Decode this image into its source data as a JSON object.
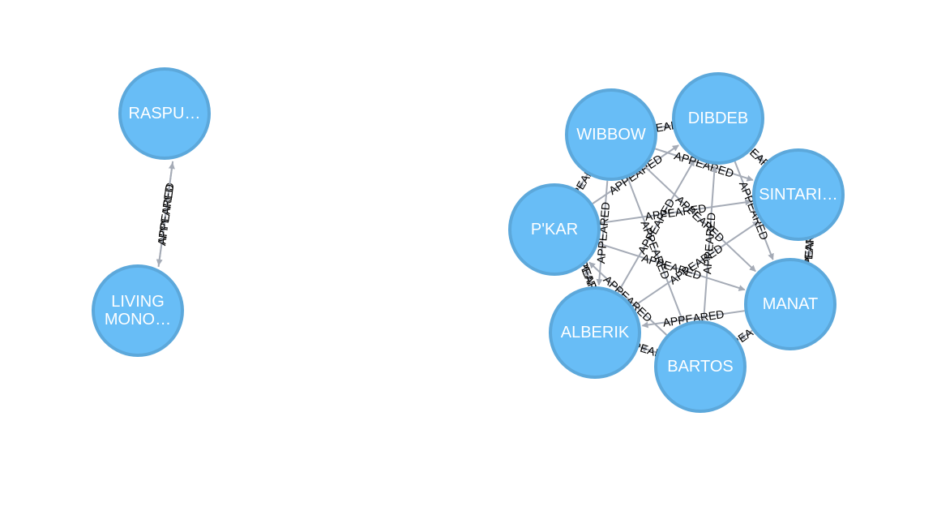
{
  "graph": {
    "node_fill": "#68bdf6",
    "node_stroke": "#5ca8db",
    "rel_color": "#a5abb6",
    "label_color": "#ffffff",
    "rel_label_color": "#000000"
  },
  "nodes": [
    {
      "id": "rasputin",
      "label": [
        "RASPU…"
      ]
    },
    {
      "id": "living-monolith",
      "label": [
        "LIVING",
        "MONO…"
      ]
    },
    {
      "id": "wibbow",
      "label": [
        "WIBBOW"
      ]
    },
    {
      "id": "dibdeb",
      "label": [
        "DIBDEB"
      ]
    },
    {
      "id": "sintari",
      "label": [
        "SINTARI…"
      ]
    },
    {
      "id": "manat",
      "label": [
        "MANAT"
      ]
    },
    {
      "id": "bartos",
      "label": [
        "BARTOS"
      ]
    },
    {
      "id": "alberik",
      "label": [
        "ALBERIK"
      ]
    },
    {
      "id": "pkar",
      "label": [
        "P'KAR"
      ]
    }
  ],
  "relationships": [
    {
      "from": "rasputin",
      "to": "living-monolith",
      "type": "APPEARED"
    },
    {
      "from": "living-monolith",
      "to": "rasputin",
      "type": "APPEARED"
    },
    {
      "from": "wibbow",
      "to": "dibdeb",
      "type": "APPEARED"
    },
    {
      "from": "dibdeb",
      "to": "sintari",
      "type": "APPEARED"
    },
    {
      "from": "manat",
      "to": "sintari",
      "type": "APPEARED"
    },
    {
      "from": "manat",
      "to": "bartos",
      "type": "APPEARED"
    },
    {
      "from": "bartos",
      "to": "alberik",
      "type": "APPEARED"
    },
    {
      "from": "pkar",
      "to": "alberik",
      "type": "APPEARED"
    },
    {
      "from": "wibbow",
      "to": "pkar",
      "type": "APPEARED"
    },
    {
      "from": "alberik",
      "to": "dibdeb",
      "type": "APPEARED"
    },
    {
      "from": "wibbow",
      "to": "sintari",
      "type": "APPEARED"
    },
    {
      "from": "pkar",
      "to": "manat",
      "type": "APPEARED"
    },
    {
      "from": "alberik",
      "to": "sintari",
      "type": "APPEARED"
    },
    {
      "from": "bartos",
      "to": "dibdeb",
      "type": "APPEARED"
    },
    {
      "from": "wibbow",
      "to": "bartos",
      "type": "APPEARED"
    },
    {
      "from": "pkar",
      "to": "sintari",
      "type": "APPEARED"
    },
    {
      "from": "manat",
      "to": "alberik",
      "type": "APPEARED"
    },
    {
      "from": "pkar",
      "to": "dibdeb",
      "type": "APPEARED"
    },
    {
      "from": "bartos",
      "to": "pkar",
      "type": "APPEARED"
    },
    {
      "from": "sintari",
      "to": "manat",
      "type": "APPEARED"
    },
    {
      "from": "wibbow",
      "to": "manat",
      "type": "APPEARED"
    },
    {
      "from": "dibdeb",
      "to": "manat",
      "type": "APPEARED"
    },
    {
      "from": "wibbow",
      "to": "alberik",
      "type": "APPEARED"
    },
    {
      "from": "alberik",
      "to": "pkar",
      "type": "APPEARED"
    }
  ]
}
